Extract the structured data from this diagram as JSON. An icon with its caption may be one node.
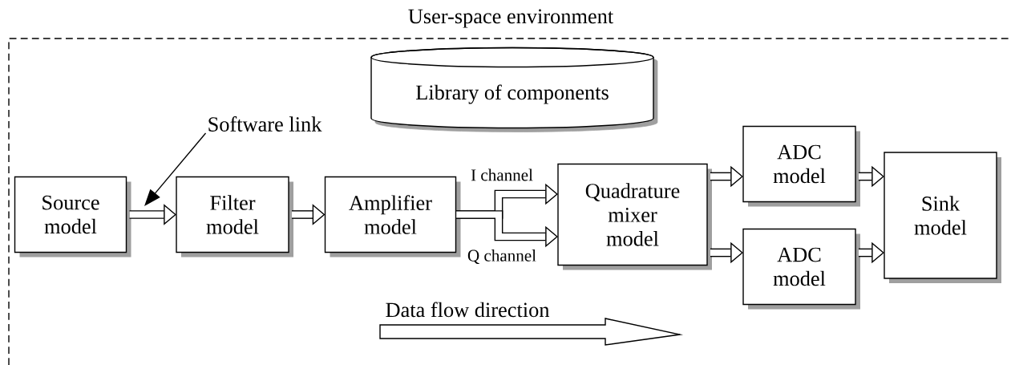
{
  "diagram": {
    "nodes": [
      {
        "text": [
          "User-space environment"
        ]
      },
      {
        "text": [
          "Library of components"
        ],
        "in": 0
      },
      {
        "text": [
          "Source model"
        ],
        "in": 0
      },
      {
        "text": [
          "Filter model"
        ],
        "in": 0
      },
      {
        "text": [
          "Amplifier model"
        ],
        "in": 0
      },
      {
        "text": [
          "Quadrature mixer model"
        ],
        "in": 0
      },
      {
        "text": [
          "ADC model"
        ],
        "in": 0
      },
      {
        "text": [
          "ADC model"
        ],
        "in": 0
      },
      {
        "text": [
          "Sink model"
        ],
        "in": 0
      },
      {
        "text": [
          "Software link"
        ],
        "in": 0
      }
    ],
    "edges": [
      {
        "from": 2,
        "to": 3,
        "arrow": "to"
      },
      {
        "from": 3,
        "to": 4,
        "arrow": "to"
      },
      {
        "from": 4,
        "to": 5,
        "arrow": "to",
        "label": "I channel"
      },
      {
        "from": 4,
        "to": 5,
        "arrow": "to",
        "label": "Q channel"
      },
      {
        "from": 5,
        "to": 6,
        "arrow": "to"
      },
      {
        "from": 5,
        "to": 7,
        "arrow": "to"
      },
      {
        "from": 6,
        "to": 8,
        "arrow": "to"
      },
      {
        "from": 7,
        "to": 8,
        "arrow": "to"
      },
      {
        "from": 9,
        "to": null,
        "arrow": "to"
      }
    ],
    "labels": [
      "Data flow direction"
    ]
  }
}
